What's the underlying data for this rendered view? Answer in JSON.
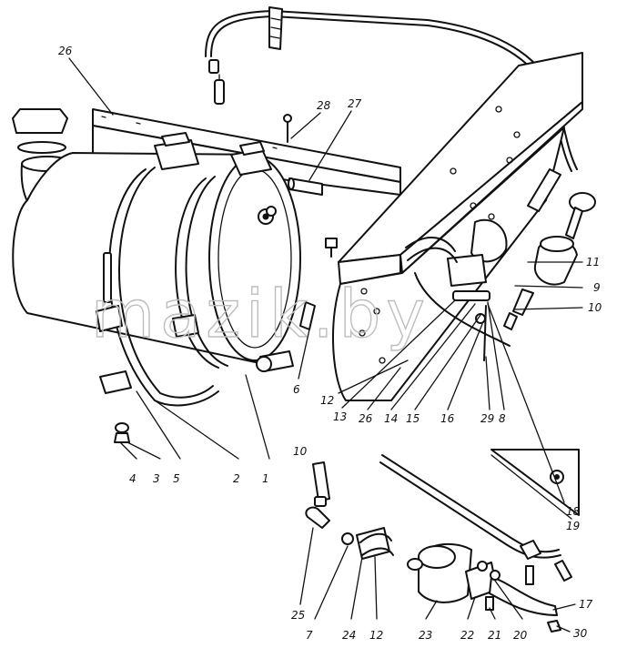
{
  "watermark": "mazik.by",
  "callouts": {
    "c1": "1",
    "c2": "2",
    "c3": "3",
    "c4": "4",
    "c5": "5",
    "c6": "6",
    "c7": "7",
    "c8": "8",
    "c9": "9",
    "c10a": "10",
    "c10b": "10",
    "c11": "11",
    "c12a": "12",
    "c12b": "12",
    "c13": "13",
    "c14": "14",
    "c15": "15",
    "c16": "16",
    "c17": "17",
    "c18": "18",
    "c19": "19",
    "c20": "20",
    "c21": "21",
    "c22": "22",
    "c23": "23",
    "c24": "24",
    "c25": "25",
    "c26a": "26",
    "c26b": "26",
    "c27": "27",
    "c28": "28",
    "c29": "29",
    "c30": "30"
  }
}
